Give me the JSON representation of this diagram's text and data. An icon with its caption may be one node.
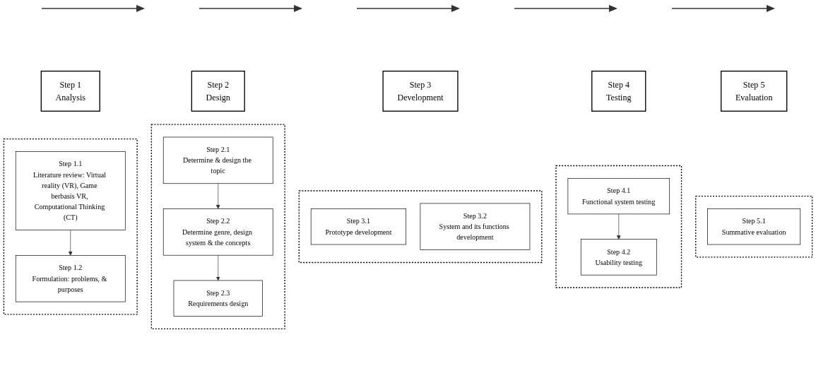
{
  "diagram": {
    "nodes": [
      {
        "text": [
          "Step 1",
          "Analysis"
        ]
      },
      {
        "text": [],
        "shape": "box"
      },
      {
        "text": [
          "Step 1.1",
          "Literature review: Virtual reality (VR), Game berbasis VR, Computational Thinking (CT)"
        ],
        "in": 1
      },
      {
        "text": [
          "Step 1.2",
          "Formulation: problems, & purposes"
        ],
        "in": 1
      },
      {
        "text": [
          "Step 2",
          "Design"
        ]
      },
      {
        "text": [],
        "shape": "box"
      },
      {
        "text": [
          "Step 2.1",
          "Determine & design the topic"
        ],
        "in": 5
      },
      {
        "text": [
          "Step 2.2",
          "Determine genre, design system & the concepts"
        ],
        "in": 5
      },
      {
        "text": [
          "Step 2.3",
          "Requirements design"
        ],
        "in": 5
      },
      {
        "text": [
          "Step 3",
          "Development"
        ]
      },
      {
        "text": [],
        "shape": "box"
      },
      {
        "text": [
          "Step 3.1",
          "Prototype development"
        ],
        "in": 10
      },
      {
        "text": [
          "Step 3.2",
          "System and its functions development"
        ],
        "in": 10
      },
      {
        "text": [
          "Step 4",
          "Testing"
        ]
      },
      {
        "text": [],
        "shape": "box"
      },
      {
        "text": [
          "Step 4.1",
          "Functional system testing"
        ],
        "in": 14
      },
      {
        "text": [
          "Step 4.2",
          "Usability testing"
        ],
        "in": 14
      },
      {
        "text": [
          "Step 5",
          "Evaluation"
        ]
      },
      {
        "text": [],
        "shape": "box"
      },
      {
        "text": [
          "Step 5.1",
          "Summative evaluation"
        ],
        "in": 18
      }
    ],
    "edges": [
      {
        "from": 2,
        "to": 3,
        "arrow": "to"
      },
      {
        "from": 6,
        "to": 7,
        "arrow": "to"
      },
      {
        "from": 7,
        "to": 8,
        "arrow": "to"
      },
      {
        "from": 15,
        "to": 16,
        "arrow": "to"
      }
    ]
  }
}
